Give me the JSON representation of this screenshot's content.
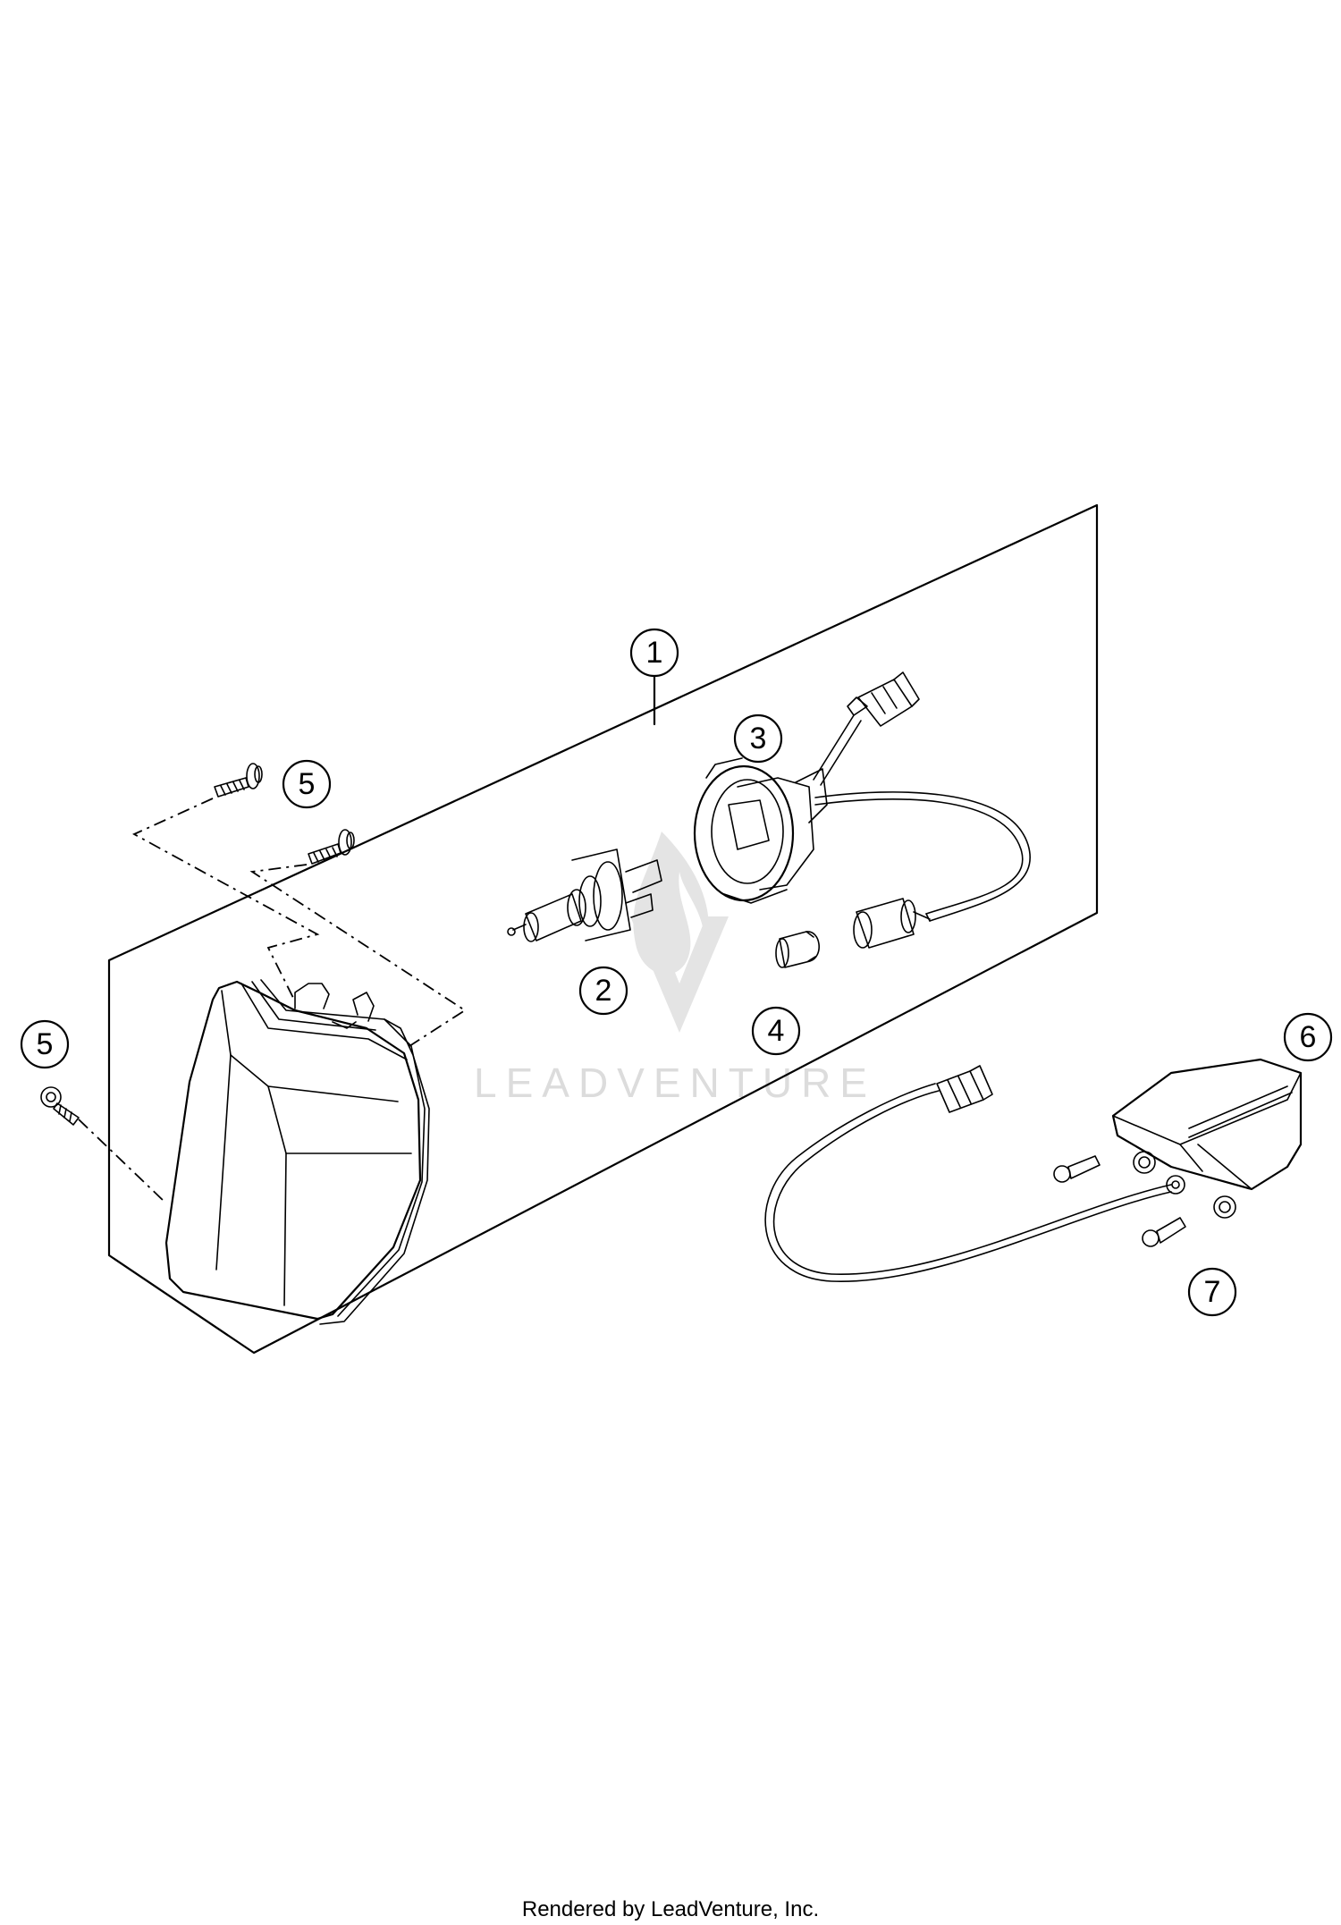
{
  "callouts": [
    {
      "label": "1"
    },
    {
      "label": "2"
    },
    {
      "label": "3"
    },
    {
      "label": "4"
    },
    {
      "label": "5"
    },
    {
      "label": "5"
    },
    {
      "label": "6"
    },
    {
      "label": "7"
    }
  ],
  "watermark": {
    "text": "LEADVENTURE",
    "icon": "flame-v-logo-icon"
  },
  "footer": {
    "text": "Rendered by LeadVenture, Inc."
  },
  "colors": {
    "ink": "#000000",
    "watermark": "#dcdcdc",
    "background": "#ffffff"
  }
}
